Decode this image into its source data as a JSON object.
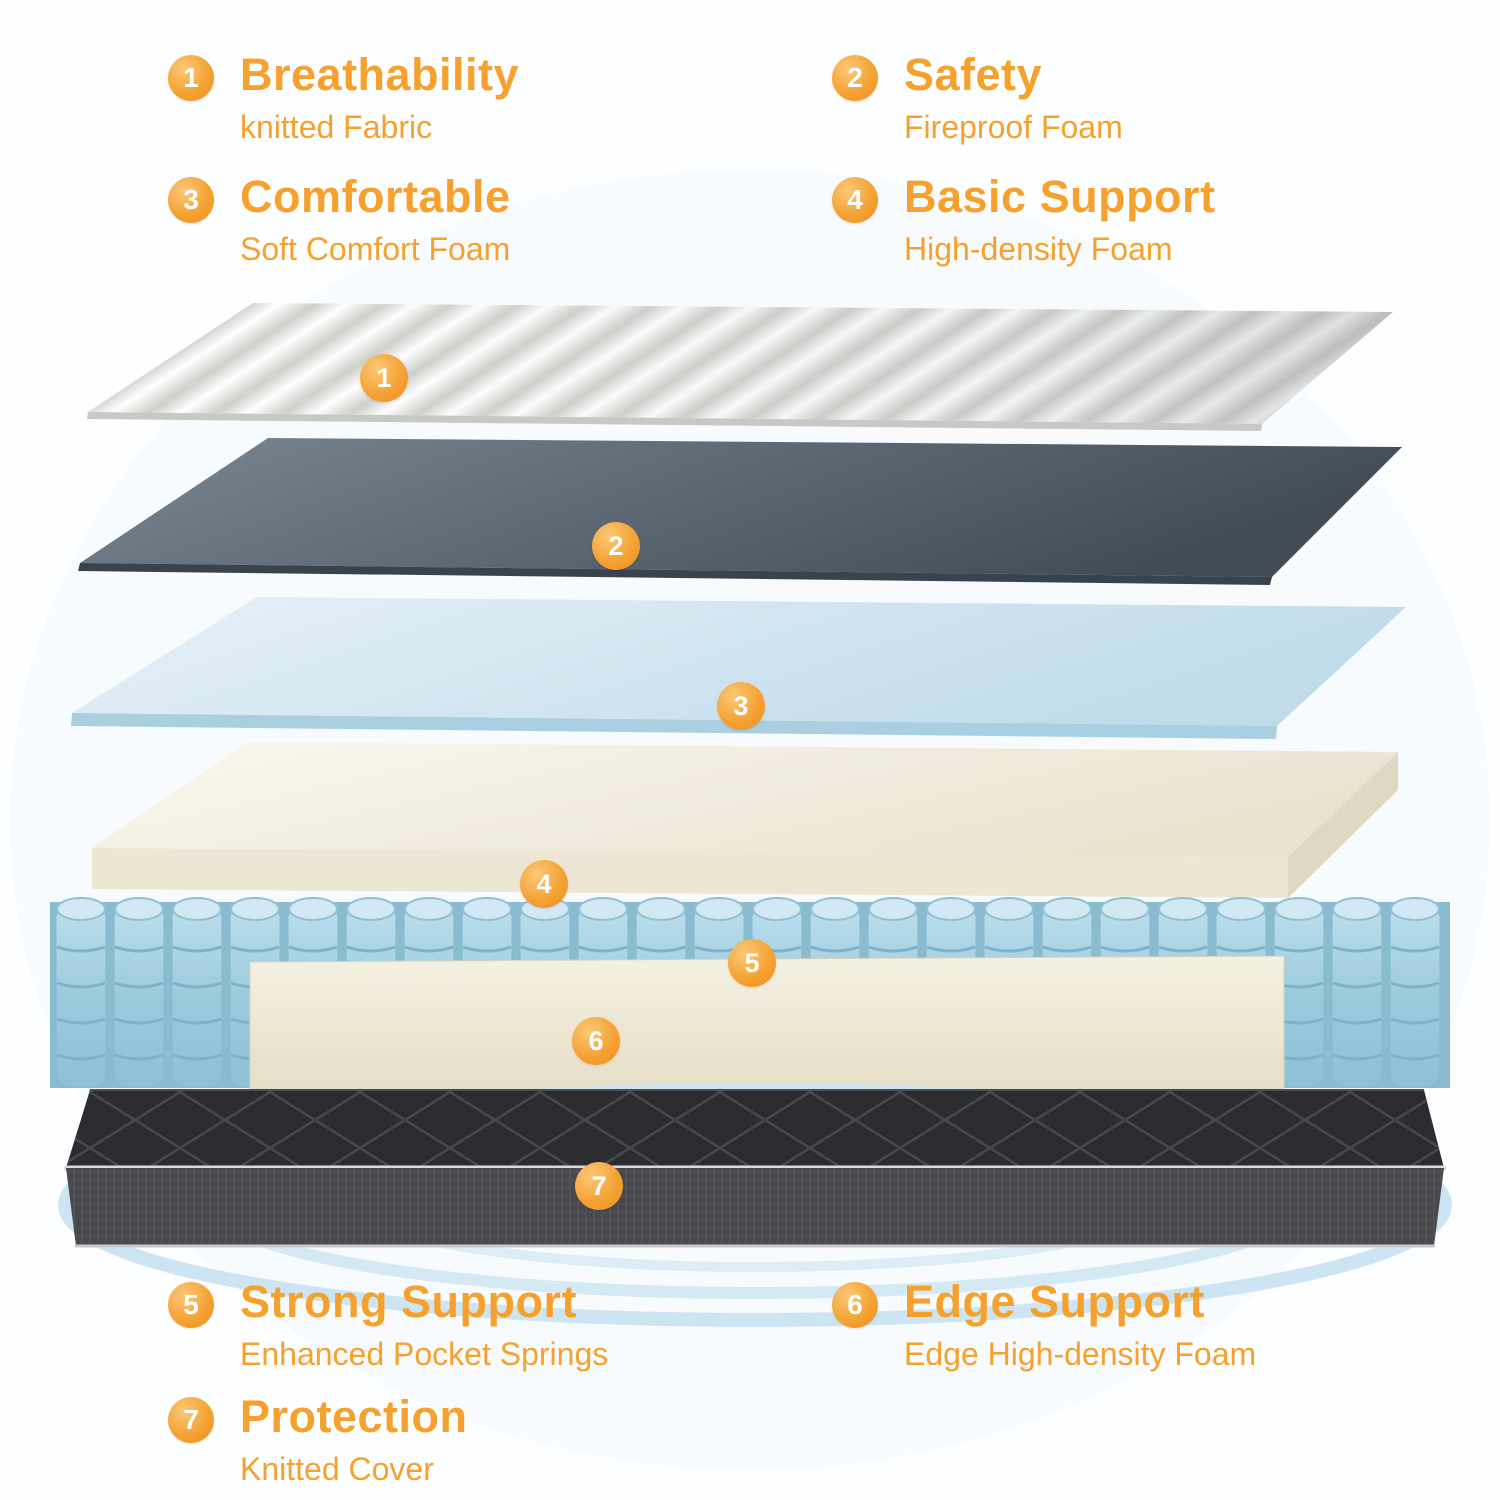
{
  "page": {
    "background": "#fdfeff",
    "title": "Mattress layers exploded diagram"
  },
  "colors": {
    "accent_orange": "#f6a12d",
    "badge_orange_light": "#fbc878",
    "badge_orange_dark": "#ef8d1c",
    "fabric_white": "#f2f2f0",
    "fireproof_gray": "#5c6975",
    "comfort_blue": "#d4e7f2",
    "foam_cream": "#f3efdf",
    "spring_blue": "#a9d0e1",
    "base_dark": "#2e2f32",
    "base_side_gray": "#49494d",
    "ring_blue": "#cde5f2"
  },
  "features": [
    {
      "num": "1",
      "title": "Breathability",
      "subtitle": "knitted Fabric"
    },
    {
      "num": "2",
      "title": "Safety",
      "subtitle": "Fireproof Foam"
    },
    {
      "num": "3",
      "title": "Comfortable",
      "subtitle": "Soft Comfort Foam"
    },
    {
      "num": "4",
      "title": "Basic Support",
      "subtitle": "High-density Foam"
    },
    {
      "num": "5",
      "title": "Strong Support",
      "subtitle": "Enhanced Pocket Springs"
    },
    {
      "num": "6",
      "title": "Edge Support",
      "subtitle": "Edge High-density Foam"
    },
    {
      "num": "7",
      "title": "Protection",
      "subtitle": "Knitted Cover"
    }
  ]
}
